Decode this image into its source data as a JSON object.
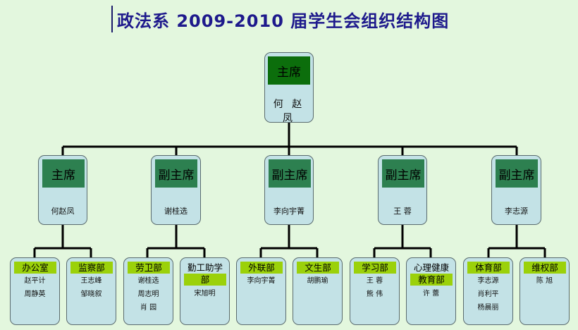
{
  "title": "政法系 2009-2010 届学生会组织结构图",
  "root": {
    "role": "主席",
    "name": "何 赵 凤"
  },
  "leaders": [
    {
      "role": "主席",
      "name": "何赵凤"
    },
    {
      "role": "副主席",
      "name": "谢桂选"
    },
    {
      "role": "副主席",
      "name": "李向宇菁"
    },
    {
      "role": "副主席",
      "name": "王 蓉"
    },
    {
      "role": "副主席",
      "name": "李志源"
    }
  ],
  "departments": [
    {
      "name": "办公室",
      "members": [
        "赵平计",
        "周静英"
      ]
    },
    {
      "name": "监察部",
      "members": [
        "王志峰",
        "邹晓叙"
      ]
    },
    {
      "name": "劳卫部",
      "members": [
        "谢桂选",
        "周志明",
        "肖  园"
      ]
    },
    {
      "name_line1": "勤工助学",
      "name_line2": "部",
      "members": [
        "宋旭明"
      ]
    },
    {
      "name": "外联部",
      "members": [
        "李向宇菁"
      ]
    },
    {
      "name": "文生部",
      "members": [
        "胡鹏瑜"
      ]
    },
    {
      "name": "学习部",
      "members": [
        "王 蓉",
        "熊 伟"
      ]
    },
    {
      "name_line1": "心理健康",
      "name_line2": "教育部",
      "members": [
        "许  蕾"
      ]
    },
    {
      "name": "体育部",
      "members": [
        "李志源",
        "肖利平",
        "杨晨丽"
      ]
    },
    {
      "name": "维权部",
      "members": [
        "陈 旭"
      ]
    }
  ],
  "colors": {
    "root_header": "#0c6e0c",
    "leader_header": "#2d8050",
    "dept_label": "#9bd10a",
    "box": "#c3e2e6",
    "title": "#1e1a8c"
  }
}
